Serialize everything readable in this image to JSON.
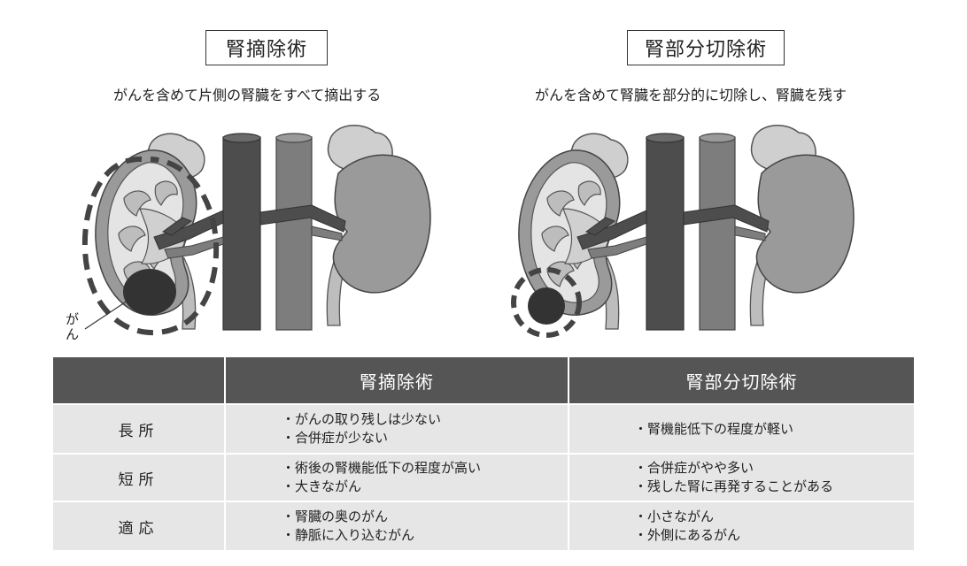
{
  "left_panel": {
    "title": "腎摘除術",
    "subtitle": "がんを含めて片側の腎臓をすべて摘出する",
    "tumor_label": "がん"
  },
  "right_panel": {
    "title": "腎部分切除術",
    "subtitle": "がんを含めて腎臓を部分的に切除し、腎臓を残す"
  },
  "table": {
    "headers": [
      "",
      "腎摘除術",
      "腎部分切除術"
    ],
    "rows": [
      {
        "label": "長所",
        "col1": [
          "がんの取り残しは少ない",
          "合併症が少ない"
        ],
        "col2": [
          "腎機能低下の程度が軽い"
        ]
      },
      {
        "label": "短所",
        "col1": [
          "術後の腎機能低下の程度が高い",
          "大きながん"
        ],
        "col2": [
          "合併症がやや多い",
          "残した腎に再発することがある"
        ]
      },
      {
        "label": "適応",
        "col1": [
          "腎臓の奥のがん",
          "静脈に入り込むがん"
        ],
        "col2": [
          "小さながん",
          "外側にあるがん"
        ]
      }
    ]
  },
  "colors": {
    "vein": "#4d4d4d",
    "artery": "#7d7d7d",
    "kidney": "#999999",
    "kidney_section": "#d9d9d9",
    "tumor": "#333333",
    "table_header": "#555555",
    "table_cell": "#e6e6e6"
  }
}
